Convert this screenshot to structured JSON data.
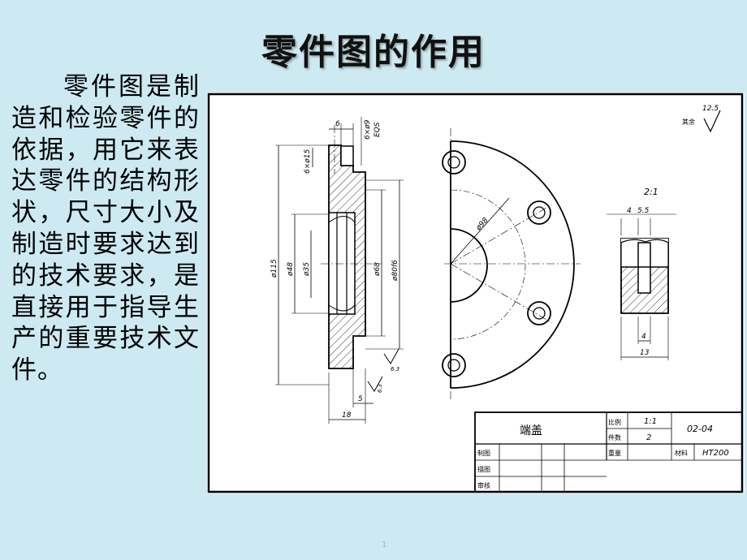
{
  "slide": {
    "title": "零件图的作用",
    "paragraph": "零件图是制造和检验零件的依据，用它来表达零件的结构形状，尺寸大小及制造时要求达到的技术要求，是直接用于指导生产的重要技术文件。",
    "page_number": "1"
  },
  "drawing": {
    "roughness_other": "其余",
    "roughness_other_value": "12.5",
    "roughness_a": "6.3",
    "roughness_b": "6.3",
    "scale_note": "2:1",
    "dims": {
      "d_top_width": "6",
      "d_holes": "6×ø9",
      "d_eqs": "EQS",
      "d_cbore": "6×ø15",
      "d_115": "ø115",
      "d_48": "ø48",
      "d_35": "ø35",
      "d_68": "ø68",
      "d_80": "ø80f6",
      "d_5": "5",
      "d_18": "18",
      "d_98": "ø98",
      "d_det_4a": "4",
      "d_det_55": "5.5",
      "d_det_4b": "4",
      "d_det_13": "13"
    },
    "title_block": {
      "part_name": "端盖",
      "scale_label": "比例",
      "scale_value": "1:1",
      "qty_label": "件数",
      "qty_value": "2",
      "drawing_no": "02-04",
      "weight_label": "重量",
      "material_label": "材料",
      "material_value": "HT200",
      "drawn_label": "制图",
      "traced_label": "描图",
      "checked_label": "审核"
    }
  }
}
